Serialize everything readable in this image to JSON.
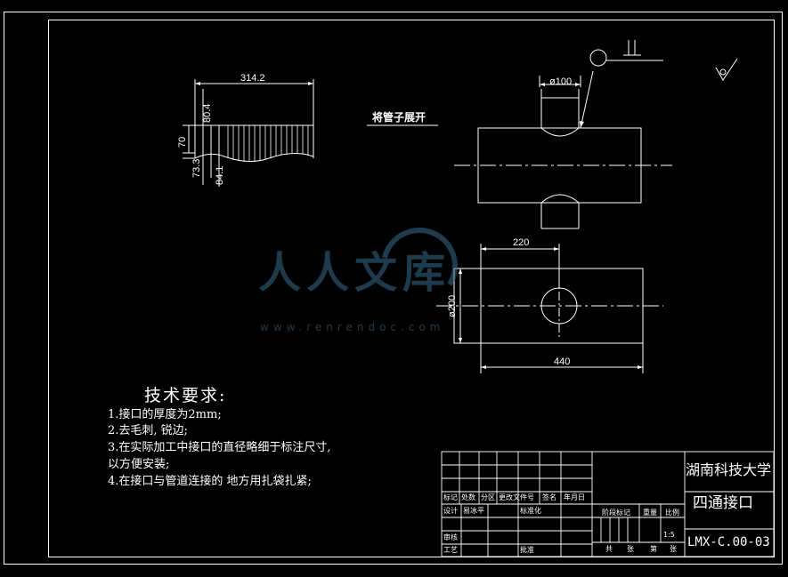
{
  "drawing": {
    "note_unroll": "将管子展开",
    "unroll_dims": {
      "width": "314.2",
      "h1": "80.4",
      "h2": "70",
      "h3": "73.3",
      "h4": "84.1"
    },
    "front_view": {
      "branch_diameter": "ø100"
    },
    "top_view": {
      "offset": "220",
      "length": "440",
      "height": "ø200"
    }
  },
  "requirements": {
    "title": "技术要求:",
    "items": [
      "1.接口的厚度为2mm;",
      "2.去毛刺, 锐边;",
      "3.在实际加工中接口的直径略细于标注尺寸,",
      "以方便安装;",
      "4.在接口与管道连接的 地方用扎袋扎紧;"
    ]
  },
  "title_block": {
    "school": "湖南科技大学",
    "part_name": "四通接口",
    "drawing_no": "LMX-C.00-03",
    "scale": "1:5",
    "labels": {
      "mark": "标记",
      "count": "处数",
      "zone": "分区",
      "change_doc": "更改文件号",
      "sign": "签名",
      "date": "年月日",
      "design": "设计",
      "designer": "易冰平",
      "standard": "标准化",
      "stage_mark": "阶段标记",
      "weight": "重量",
      "scale_label": "比例",
      "review": "审核",
      "process": "工艺",
      "approve": "批准",
      "total": "共",
      "sheets": "张",
      "no": "第",
      "sheet": "张"
    }
  },
  "watermark": {
    "text": "人人文库",
    "url": "www.renrendoc.com"
  },
  "colors": {
    "background": "#000000",
    "lines": "#ffffff",
    "watermark": "#37698c"
  }
}
